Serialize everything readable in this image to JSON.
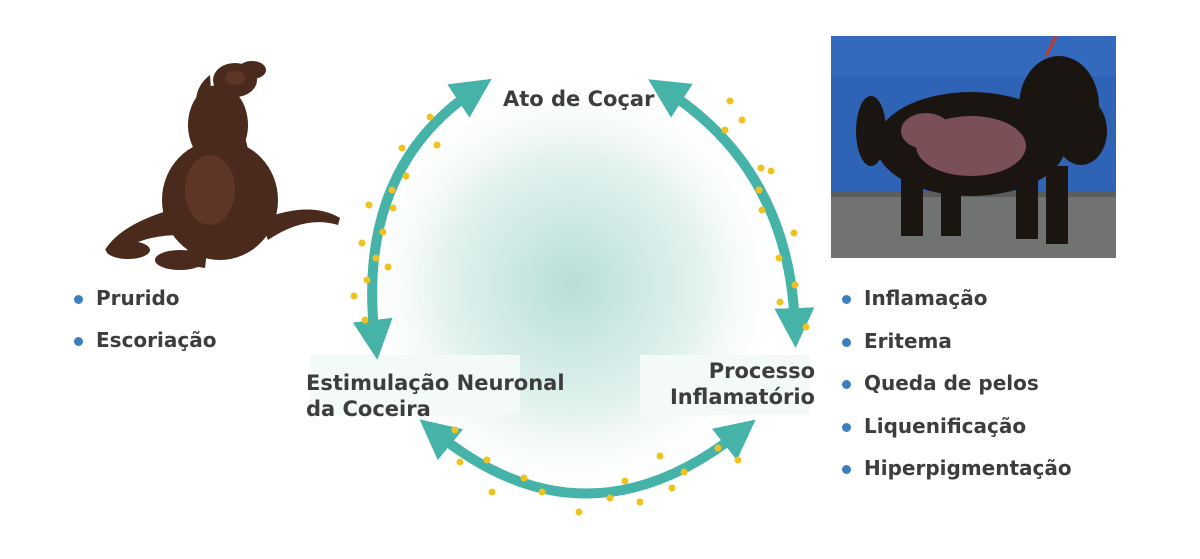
{
  "cycle": {
    "top": "Ato de Coçar",
    "left_line1": "Estimulação Neuronal",
    "left_line2": "da Coceira",
    "right_line1": "Processo",
    "right_line2": "Inflamatório"
  },
  "left_list": [
    "Prurido",
    "Escoriação"
  ],
  "right_list": [
    "Inflamação",
    "Eritema",
    "Queda de pelos",
    "Liquenificação",
    "Hiperpigmentação"
  ],
  "colors": {
    "arrow": "#45b3a8",
    "dots": "#f0c21f",
    "bullet": "#3b7fc1",
    "glow": "#b9dfd8"
  }
}
